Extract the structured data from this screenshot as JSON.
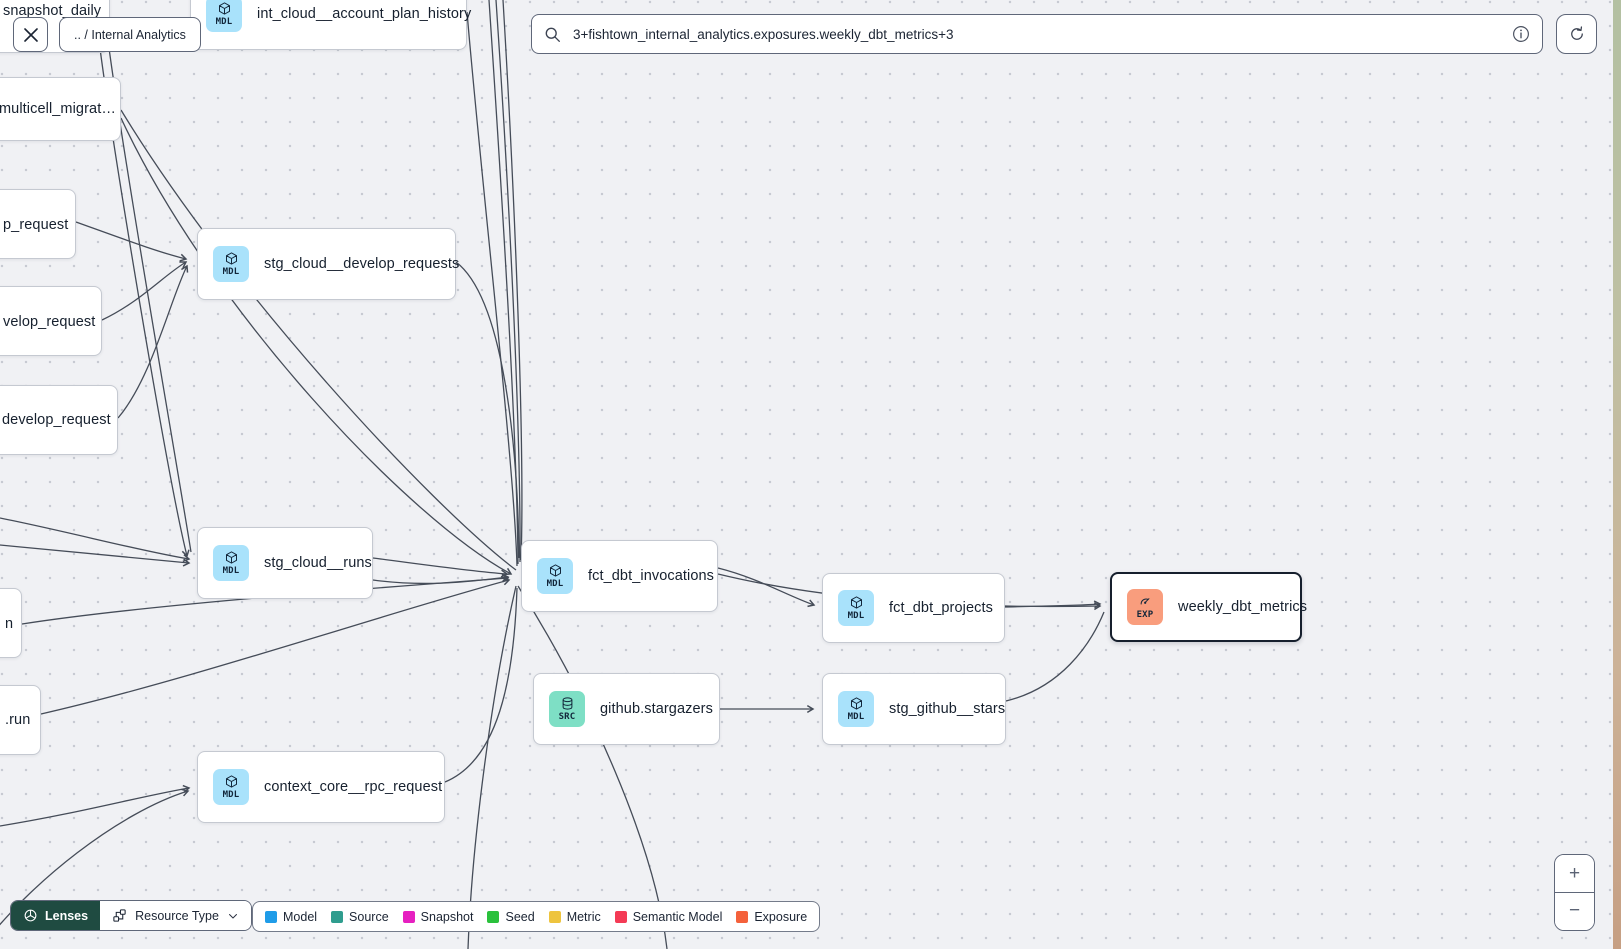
{
  "toolbar": {
    "breadcrumb": ".. / Internal Analytics",
    "search_value": "3+fishtown_internal_analytics.exposures.weekly_dbt_metrics+3"
  },
  "nodes": {
    "snapshot_daily": {
      "label": "snapshot_daily"
    },
    "int_cloud_account_plan_history": {
      "label": "int_cloud__account_plan_history",
      "badge": "MDL"
    },
    "multicell_migration": {
      "label": "multicell_migrat…"
    },
    "p_request": {
      "label": "p_request"
    },
    "velop_request": {
      "label": "velop_request"
    },
    "develop_request": {
      "label": "develop_request"
    },
    "stg_cloud_develop_requests": {
      "label": "stg_cloud__develop_requests",
      "badge": "MDL"
    },
    "stg_cloud_runs": {
      "label": "stg_cloud__runs",
      "badge": "MDL"
    },
    "n_fragment": {
      "label": "n"
    },
    "run_fragment": {
      "label": ".run"
    },
    "context_core_rpc_request": {
      "label": "context_core__rpc_request",
      "badge": "MDL"
    },
    "fct_dbt_invocations": {
      "label": "fct_dbt_invocations",
      "badge": "MDL"
    },
    "github_stargazers": {
      "label": "github.stargazers",
      "badge": "SRC"
    },
    "stg_github_stars": {
      "label": "stg_github__stars",
      "badge": "MDL"
    },
    "fct_dbt_projects": {
      "label": "fct_dbt_projects",
      "badge": "MDL"
    },
    "weekly_dbt_metrics": {
      "label": "weekly_dbt_metrics",
      "badge": "EXP"
    }
  },
  "footer": {
    "lenses_label": "Lenses",
    "resource_type_label": "Resource Type",
    "legend": [
      {
        "label": "Model",
        "color": "#1f9ce8"
      },
      {
        "label": "Source",
        "color": "#2f9d8e"
      },
      {
        "label": "Snapshot",
        "color": "#e620c0"
      },
      {
        "label": "Seed",
        "color": "#2ac13c"
      },
      {
        "label": "Metric",
        "color": "#eec43e"
      },
      {
        "label": "Semantic Model",
        "color": "#f43a55"
      },
      {
        "label": "Exposure",
        "color": "#f4613b"
      }
    ]
  },
  "zoom_controls": {
    "zoom_in": "+",
    "zoom_out": "−"
  },
  "colors": {
    "model_badge": "#a9e2fb",
    "source_badge": "#7edfc5",
    "exposure_badge": "#f99d7d",
    "selected_border": "#161f2d",
    "edge": "#454c58"
  }
}
